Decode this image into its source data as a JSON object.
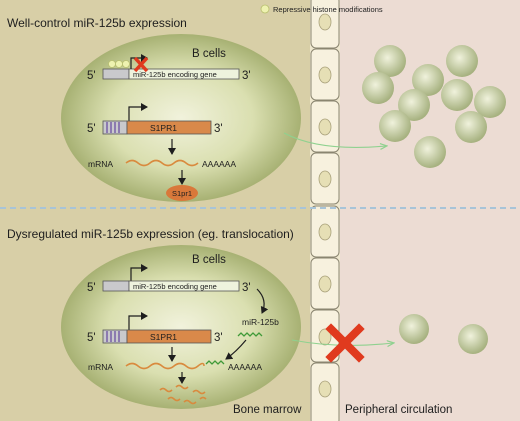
{
  "legend": {
    "label": "Repressive histone modifications"
  },
  "top_panel": {
    "title": "Well-control miR-125b expression",
    "cell_label": "B cells",
    "gene1": {
      "five_prime": "5'",
      "name": "miR-125b encoding gene",
      "three_prime": "3'"
    },
    "gene2": {
      "five_prime": "5'",
      "name": "S1PR1",
      "three_prime": "3'"
    },
    "mrna_label": "mRNA",
    "polya": "AAAAAA",
    "protein": "S1pr1"
  },
  "bottom_panel": {
    "title": "Dysregulated miR-125b expression (eg. translocation)",
    "cell_label": "B cells",
    "gene1": {
      "five_prime": "5'",
      "name": "miR-125b encoding gene",
      "three_prime": "3'"
    },
    "gene2": {
      "five_prime": "5'",
      "name": "S1PR1",
      "three_prime": "3'"
    },
    "mirna_label": "miR-125b",
    "mrna_label": "mRNA",
    "polya": "AAAAAA"
  },
  "regions": {
    "left": "Bone marrow",
    "right": "Peripheral circulation"
  },
  "colors": {
    "bone_marrow_background": "#d8cfa7",
    "circulation_background": "#ecdcd3",
    "s1pr1_orange": "#d9894a",
    "block_x_red": "#e03a1e",
    "migration_arrow_green": "#8fd18f",
    "separator_blue": "#a8c4d8"
  }
}
